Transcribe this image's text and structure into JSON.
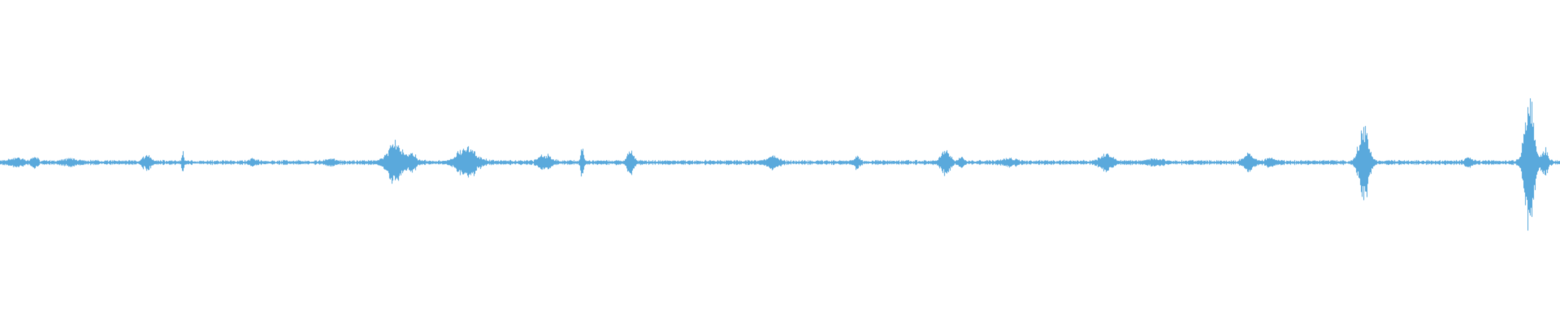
{
  "waveform": {
    "color": "#5aa9dc",
    "background": "#ffffff",
    "baseline_amplitude": 0.012,
    "events": [
      {
        "position": 0.01,
        "amplitude": 0.02,
        "width": 0.008
      },
      {
        "position": 0.022,
        "amplitude": 0.03,
        "width": 0.004
      },
      {
        "position": 0.045,
        "amplitude": 0.015,
        "width": 0.01
      },
      {
        "position": 0.094,
        "amplitude": 0.04,
        "width": 0.005
      },
      {
        "position": 0.117,
        "amplitude": 0.08,
        "width": 0.0012
      },
      {
        "position": 0.162,
        "amplitude": 0.02,
        "width": 0.004
      },
      {
        "position": 0.212,
        "amplitude": 0.015,
        "width": 0.006
      },
      {
        "position": 0.253,
        "amplitude": 0.12,
        "width": 0.01
      },
      {
        "position": 0.264,
        "amplitude": 0.05,
        "width": 0.005
      },
      {
        "position": 0.299,
        "amplitude": 0.095,
        "width": 0.012
      },
      {
        "position": 0.349,
        "amplitude": 0.04,
        "width": 0.008
      },
      {
        "position": 0.373,
        "amplitude": 0.1,
        "width": 0.0018
      },
      {
        "position": 0.404,
        "amplitude": 0.075,
        "width": 0.004
      },
      {
        "position": 0.495,
        "amplitude": 0.03,
        "width": 0.007
      },
      {
        "position": 0.549,
        "amplitude": 0.03,
        "width": 0.004
      },
      {
        "position": 0.606,
        "amplitude": 0.075,
        "width": 0.006
      },
      {
        "position": 0.616,
        "amplitude": 0.03,
        "width": 0.003
      },
      {
        "position": 0.647,
        "amplitude": 0.02,
        "width": 0.008
      },
      {
        "position": 0.709,
        "amplitude": 0.05,
        "width": 0.008
      },
      {
        "position": 0.74,
        "amplitude": 0.015,
        "width": 0.01
      },
      {
        "position": 0.8,
        "amplitude": 0.05,
        "width": 0.006
      },
      {
        "position": 0.814,
        "amplitude": 0.02,
        "width": 0.006
      },
      {
        "position": 0.874,
        "amplitude": 0.25,
        "width": 0.006
      },
      {
        "position": 0.941,
        "amplitude": 0.03,
        "width": 0.004
      },
      {
        "position": 0.98,
        "amplitude": 0.42,
        "width": 0.006
      },
      {
        "position": 0.99,
        "amplitude": 0.08,
        "width": 0.004
      }
    ]
  }
}
